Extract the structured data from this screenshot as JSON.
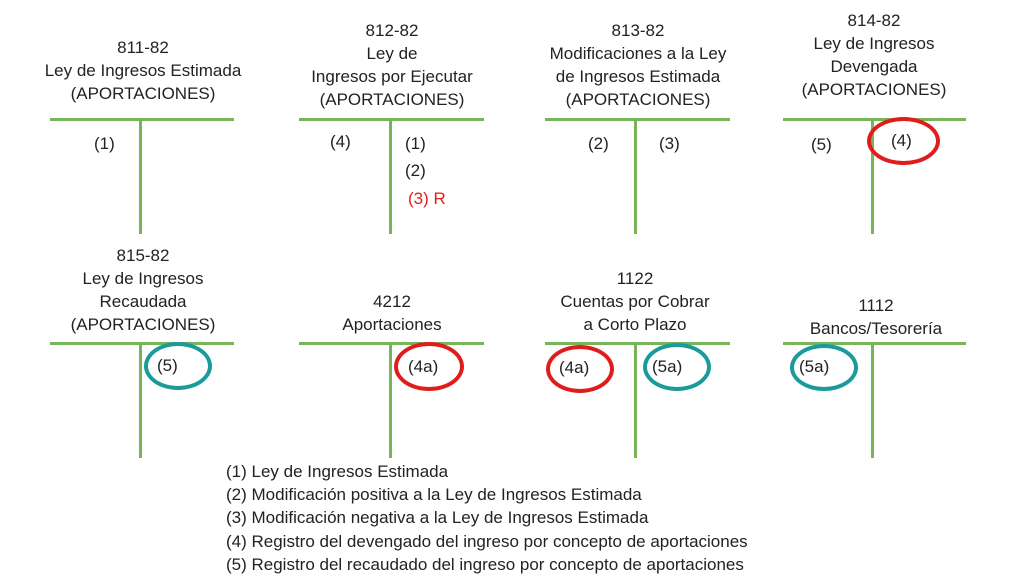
{
  "accounts": {
    "a811": {
      "title": [
        "811-82",
        "Ley de Ingresos Estimada",
        "(APORTACIONES)"
      ],
      "debit": "(1)"
    },
    "a812": {
      "title": [
        "812-82",
        "Ley de",
        "Ingresos por Ejecutar",
        "(APORTACIONES)"
      ],
      "debit": "(4)",
      "credit": [
        "(1)",
        "(2)",
        "(3) R"
      ]
    },
    "a813": {
      "title": [
        "813-82",
        "Modificaciones a la Ley",
        "de Ingresos Estimada",
        "(APORTACIONES)"
      ],
      "debit": "(2)",
      "credit": "(3)"
    },
    "a814": {
      "title": [
        "814-82",
        "Ley de Ingresos",
        "Devengada",
        "(APORTACIONES)"
      ],
      "debit": "(5)",
      "credit": "(4)"
    },
    "a815": {
      "title": [
        "815-82",
        "Ley de Ingresos",
        "Recaudada",
        "(APORTACIONES)"
      ],
      "credit": "(5)"
    },
    "a4212": {
      "title": [
        "4212",
        "Aportaciones"
      ],
      "credit": "(4a)"
    },
    "a1122": {
      "title": [
        "1122",
        "Cuentas por Cobrar",
        "a Corto Plazo"
      ],
      "debit": "(4a)",
      "credit": "(5a)"
    },
    "a1112": {
      "title": [
        "1112",
        "Bancos/Tesorería"
      ],
      "debit": "(5a)"
    }
  },
  "legend": [
    "(1) Ley de Ingresos Estimada",
    "(2) Modificación positiva a la Ley de Ingresos Estimada",
    "(3) Modificación negativa a la Ley de Ingresos Estimada",
    "(4) Registro del devengado del ingreso por concepto de aportaciones",
    "(5) Registro del recaudado del ingreso por concepto de aportaciones"
  ],
  "colors": {
    "t_account_line": "#77b55a",
    "highlight_red": "#e01d1d",
    "highlight_teal": "#1a9a9a",
    "reversal_text": "#e0201a"
  }
}
